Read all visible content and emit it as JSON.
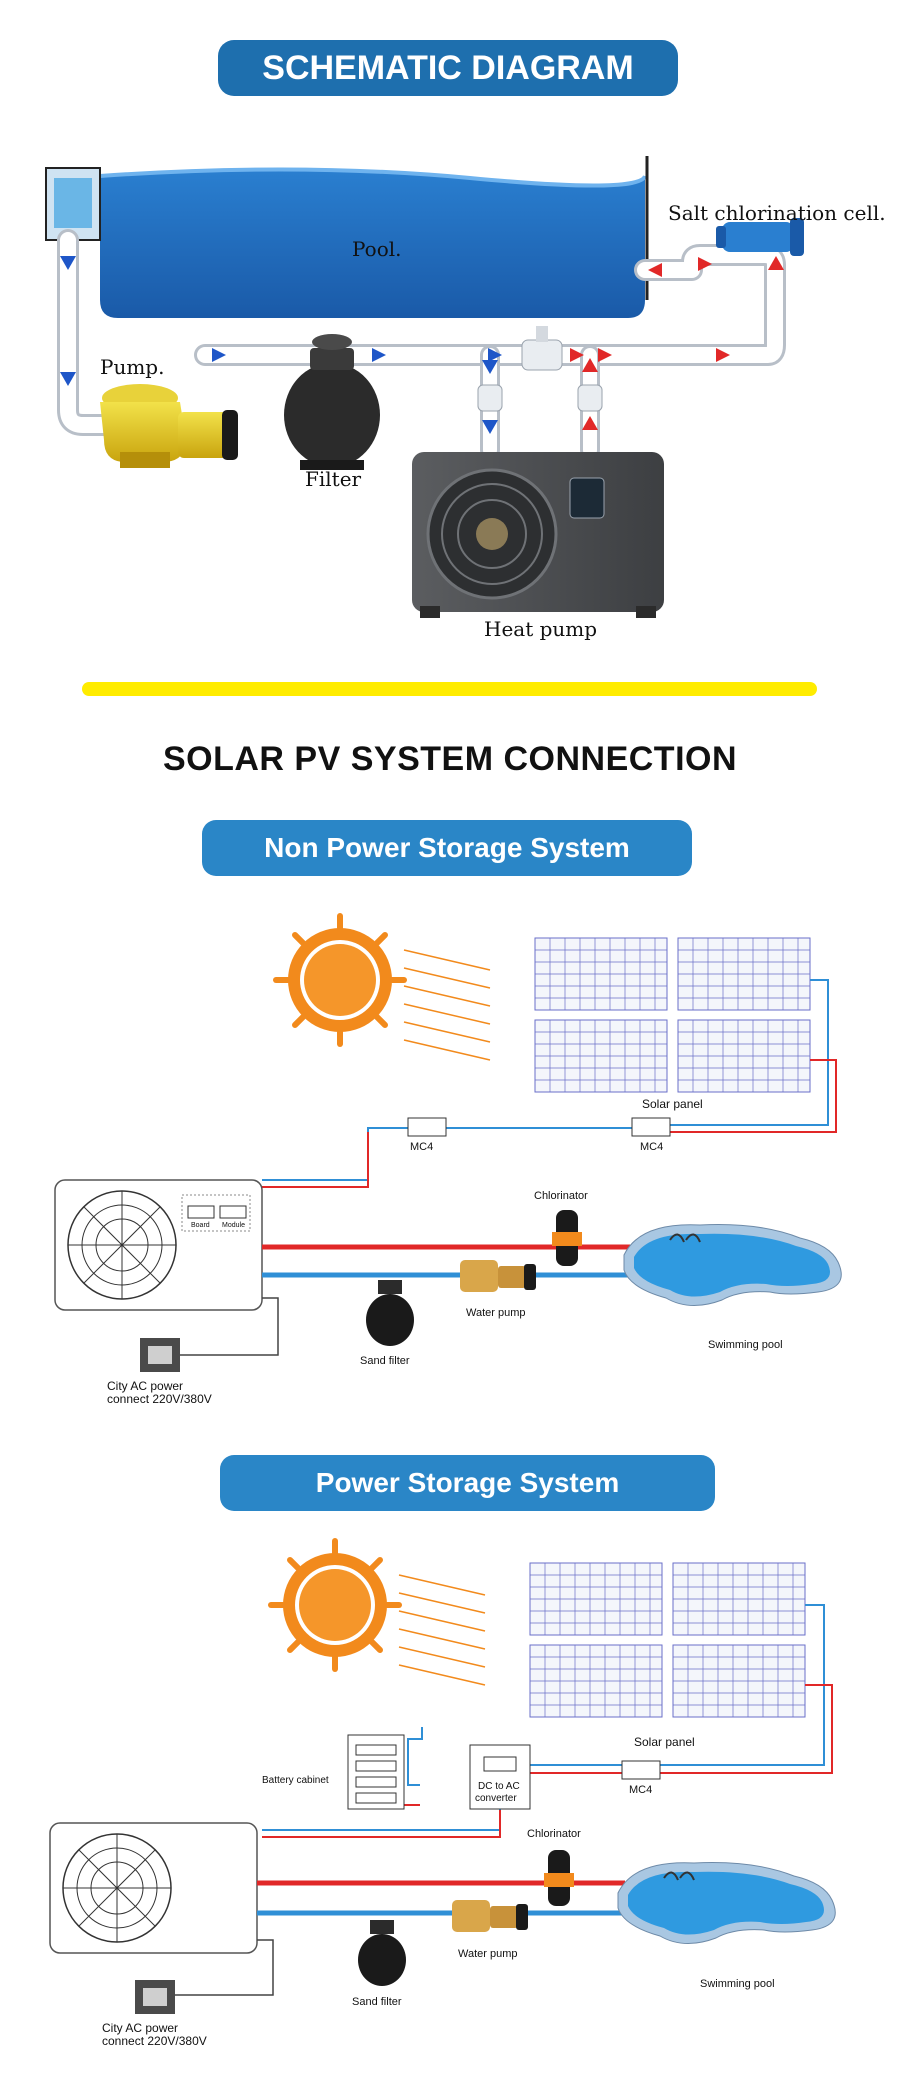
{
  "schematic": {
    "title": "SCHEMATIC DIAGRAM",
    "labels": {
      "pool": "Pool.",
      "pump": "Pump.",
      "filter": "Filter",
      "heat_pump": "Heat pump",
      "salt_cell": "Salt chlorination cell."
    }
  },
  "solar": {
    "heading": "SOLAR PV SYSTEM CONNECTION"
  },
  "non_storage": {
    "title": "Non Power Storage System",
    "labels": {
      "solar_panel": "Solar panel",
      "mc4_a": "MC4",
      "mc4_b": "MC4",
      "chlorinator": "Chlorinator",
      "board": "Board",
      "module": "Module",
      "water_pump": "Water pump",
      "sand_filter": "Sand filter",
      "swimming_pool": "Swimming pool",
      "city_power_1": "City AC power",
      "city_power_2": "connect 220V/380V"
    }
  },
  "storage": {
    "title": "Power Storage System",
    "labels": {
      "solar_panel": "Solar panel",
      "mc4": "MC4",
      "battery_cabinet": "Battery cabinet",
      "dc_ac_1": "DC to AC",
      "dc_ac_2": "converter",
      "chlorinator": "Chlorinator",
      "water_pump": "Water pump",
      "sand_filter": "Sand filter",
      "swimming_pool": "Swimming pool",
      "city_power_1": "City AC power",
      "city_power_2": "connect 220V/380V"
    }
  },
  "colors": {
    "header_blue": "#2a86c7",
    "divider_yellow": "#ffec00",
    "water_blue": "#2f8fd6",
    "hot_red": "#e12828",
    "sun_orange": "#f28a1c"
  }
}
